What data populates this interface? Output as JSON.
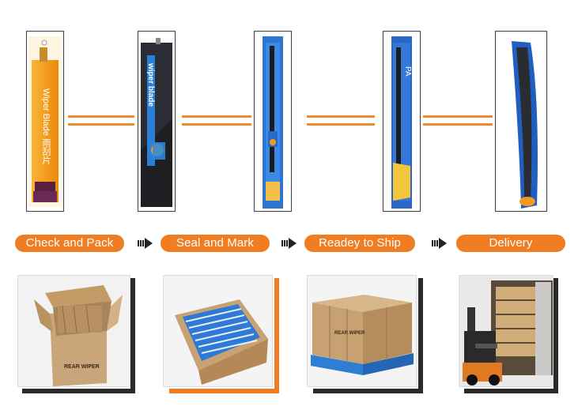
{
  "steps": [
    {
      "label": "Check and Pack"
    },
    {
      "label": "Seal and Mark"
    },
    {
      "label": "Readey to Ship"
    },
    {
      "label": "Delivery"
    }
  ],
  "packages": {
    "pkg1_text": "Wiper Blade 雨刮片",
    "pkg2_text": "wiper blade",
    "pkg4_text": "PA"
  },
  "photos": {
    "box_label": "REAR WIPER",
    "pallet_label": "REAR WIPER"
  },
  "colors": {
    "accent": "#f07d22",
    "frame_dark": "#2a2a2a",
    "package_blue": "#1f5fc0",
    "package_orange": "#f39a1c"
  },
  "icons": [
    "arrow-right-icon",
    "arrow-right-icon",
    "arrow-right-icon"
  ]
}
